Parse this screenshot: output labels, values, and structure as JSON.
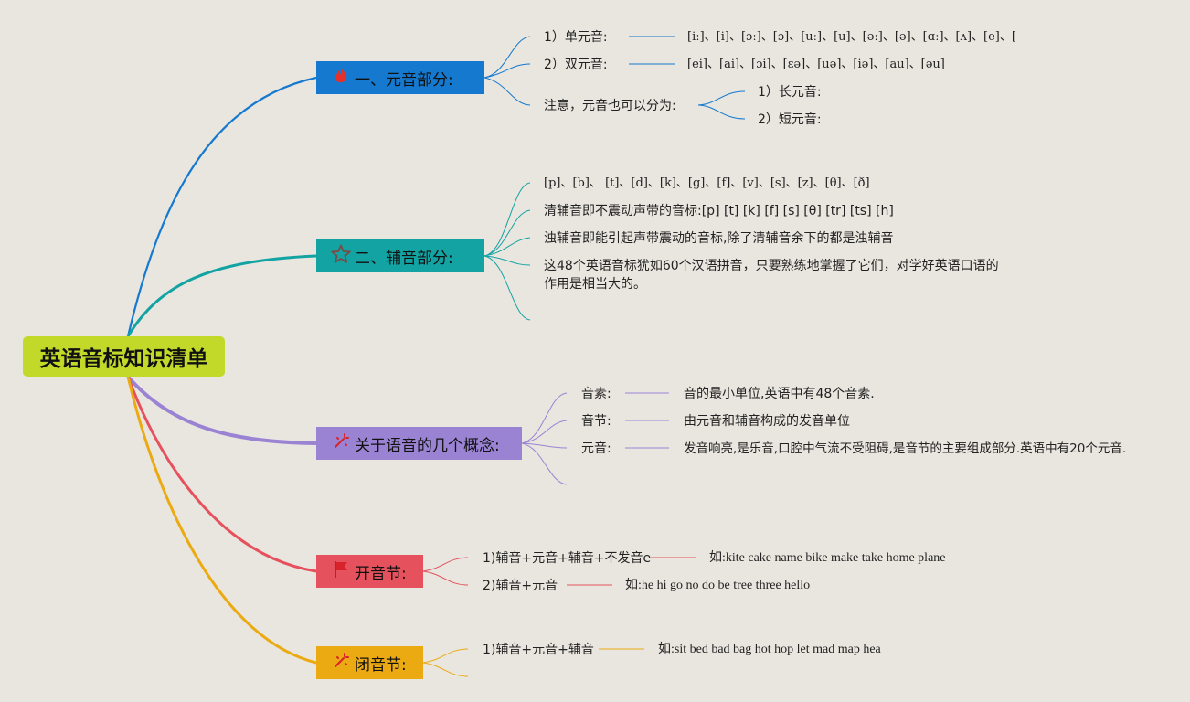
{
  "root": {
    "title": "英语音标知识清单"
  },
  "colors": {
    "root": "#c2d92a",
    "vowel": "#1479cf",
    "consonant": "#13a3a3",
    "concept": "#9b83d4",
    "open": "#e5515d",
    "closed": "#ecaa12"
  },
  "vowels": {
    "title": "一、元音部分:",
    "icon": "fire-icon",
    "mono_label": "1）单元音:",
    "mono_value": "[iː]、[i]、[ɔː]、[ɔ]、[uː]、[u]、[əː]、[ə]、[ɑː]、[ʌ]、[e]、[",
    "di_label": "2）双元音:",
    "di_value": "[ei]、[ai]、[ɔi]、[ɛə]、[uə]、[iə]、[au]、[əu]",
    "note": "注意，元音也可以分为:",
    "long": "1）长元音:",
    "short": "2）短元音:"
  },
  "consonants": {
    "title": "二、辅音部分:",
    "icon": "star-icon",
    "list": "[p]、[b]、 [t]、[d]、[k]、[g]、[f]、[v]、[s]、[z]、[θ]、[ð]",
    "voiceless": "清辅音即不震动声带的音标:[p] [t] [k] [f] [s] [θ] [tr] [ts] [h]",
    "voiced": "浊辅音即能引起声带震动的音标,除了清辅音余下的都是浊辅音",
    "summary": "这48个英语音标犹如60个汉语拼音，只要熟练地掌握了它们，对学好英语口语的作用是相当大的。"
  },
  "concepts": {
    "title": "关于语音的几个概念:",
    "icon": "sparkle-icon",
    "phoneme_label": "音素:",
    "phoneme_value": "音的最小单位,英语中有48个音素.",
    "syllable_label": "音节:",
    "syllable_value": "由元音和辅音构成的发音单位",
    "vowel_label": "元音:",
    "vowel_value": "发音响亮,是乐音,口腔中气流不受阻碍,是音节的主要组成部分.英语中有20个元音."
  },
  "open_syllable": {
    "title": "开音节:",
    "icon": "flag-icon",
    "rule1": "1)辅音+元音+辅音+不发音e",
    "example1": "如:kite cake name bike make take home plane",
    "rule2": "2)辅音+元音",
    "example2": "如:he hi go no do be tree three hello"
  },
  "closed_syllable": {
    "title": "闭音节:",
    "icon": "sparkle-icon",
    "rule1": "1)辅音+元音+辅音",
    "example1": "如:sit bed bad bag hot hop let mad map hea"
  }
}
